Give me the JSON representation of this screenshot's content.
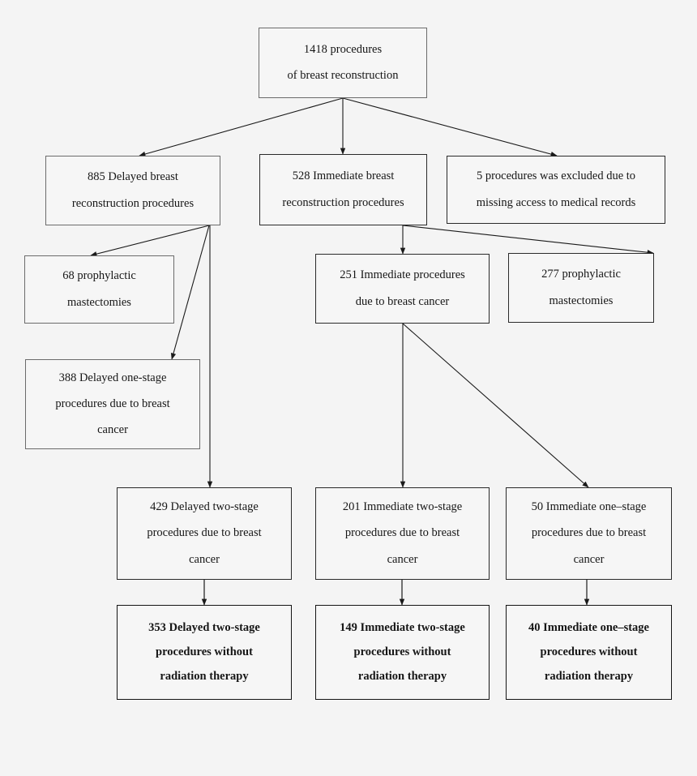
{
  "diagram": {
    "title": "Breast reconstruction procedures flow diagram",
    "background_color": "#f4f4f4",
    "box_fill": "#f6f6f6",
    "box_border": "#6b6b6b",
    "arrow_color": "#1a1a1a",
    "nodes": [
      {
        "id": "total",
        "lines": [
          "1418 procedures",
          "of breast reconstruction"
        ],
        "bold": false
      },
      {
        "id": "delayed-885",
        "lines": [
          "885 Delayed breast",
          "reconstruction procedures"
        ],
        "bold": false
      },
      {
        "id": "immediate-528",
        "lines": [
          "528 Immediate breast",
          "reconstruction procedures"
        ],
        "bold": false
      },
      {
        "id": "excluded-5",
        "lines": [
          "5 procedures was excluded due to",
          "missing access to medical records"
        ],
        "bold": false
      },
      {
        "id": "prophylactic-68",
        "lines": [
          "68 prophylactic",
          "mastectomies"
        ],
        "bold": false
      },
      {
        "id": "immediate-251",
        "lines": [
          "251 Immediate procedures",
          "due to breast cancer"
        ],
        "bold": false
      },
      {
        "id": "prophylactic-277",
        "lines": [
          "277 prophylactic",
          "mastectomies"
        ],
        "bold": false
      },
      {
        "id": "delayed-one-stage-388",
        "lines": [
          "388 Delayed one-stage",
          "procedures due to breast",
          "cancer"
        ],
        "bold": false
      },
      {
        "id": "delayed-two-stage-429",
        "lines": [
          "429 Delayed two-stage",
          "procedures due to breast",
          "cancer"
        ],
        "bold": false
      },
      {
        "id": "immediate-two-stage-201",
        "lines": [
          "201 Immediate two-stage",
          "procedures due to breast",
          "cancer"
        ],
        "bold": false
      },
      {
        "id": "immediate-one-stage-50",
        "lines": [
          "50 Immediate one–stage",
          "procedures due to breast",
          "cancer"
        ],
        "bold": false
      },
      {
        "id": "delayed-two-stage-353",
        "lines": [
          "353 Delayed two-stage",
          "procedures without",
          "radiation therapy"
        ],
        "bold": true
      },
      {
        "id": "immediate-two-stage-149",
        "lines": [
          "149 Immediate two-stage",
          "procedures without",
          "radiation therapy"
        ],
        "bold": true
      },
      {
        "id": "immediate-one-stage-40",
        "lines": [
          "40 Immediate one–stage",
          "procedures without",
          "radiation therapy"
        ],
        "bold": true
      }
    ],
    "edges": [
      {
        "from": "total",
        "to": "delayed-885"
      },
      {
        "from": "total",
        "to": "immediate-528"
      },
      {
        "from": "total",
        "to": "excluded-5"
      },
      {
        "from": "delayed-885",
        "to": "prophylactic-68"
      },
      {
        "from": "delayed-885",
        "to": "delayed-one-stage-388"
      },
      {
        "from": "delayed-885",
        "to": "delayed-two-stage-429"
      },
      {
        "from": "immediate-528",
        "to": "immediate-251"
      },
      {
        "from": "immediate-528",
        "to": "prophylactic-277"
      },
      {
        "from": "immediate-251",
        "to": "immediate-two-stage-201"
      },
      {
        "from": "immediate-251",
        "to": "immediate-one-stage-50"
      },
      {
        "from": "delayed-two-stage-429",
        "to": "delayed-two-stage-353"
      },
      {
        "from": "immediate-two-stage-201",
        "to": "immediate-two-stage-149"
      },
      {
        "from": "immediate-one-stage-50",
        "to": "immediate-one-stage-40"
      }
    ]
  }
}
